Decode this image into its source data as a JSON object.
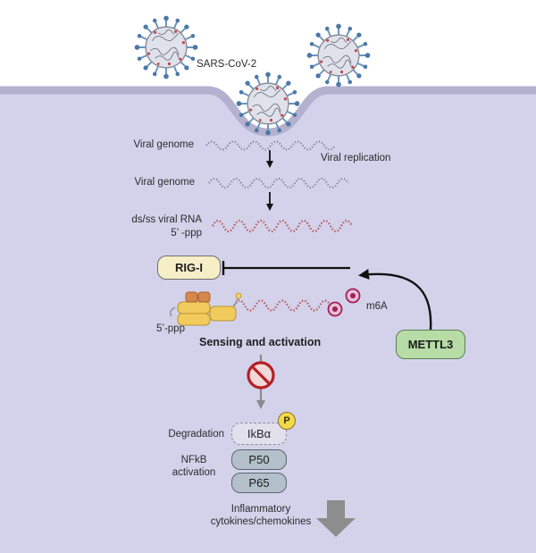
{
  "labels": {
    "virus": "SARS-CoV-2",
    "viral_genome_1": "Viral genome",
    "viral_genome_2": "Viral genome",
    "viral_replication": "Viral replication",
    "ds_ss_rna": "ds/ss viral RNA",
    "five_ppp_top": "5’ -ppp",
    "five_ppp_bottom": "5’-ppp",
    "m6a": "m6A",
    "sensing": "Sensing and activation",
    "degradation": "Degradation",
    "nfkb_line1": "NFkB",
    "nfkb_line2": "activation",
    "inflammatory_line1": "Inflammatory",
    "inflammatory_line2": "cytokines/chemokines"
  },
  "proteins": {
    "rig_i": "RIG-I",
    "mettl3": "METTL3",
    "ikba": "IkBα",
    "phospho": "P",
    "p50": "P50",
    "p65": "P65"
  },
  "colors": {
    "cytoplasm": "#d4d2ea",
    "membrane": "#b4b1cf",
    "rig_i_fill": "#f6eec6",
    "mettl3_fill": "#b7dca6",
    "nfkb_fill": "#b3bfc9",
    "rna_color": "#b4575a",
    "inhibit_red": "#b52024",
    "m6a_pink": "#a21e5a"
  }
}
